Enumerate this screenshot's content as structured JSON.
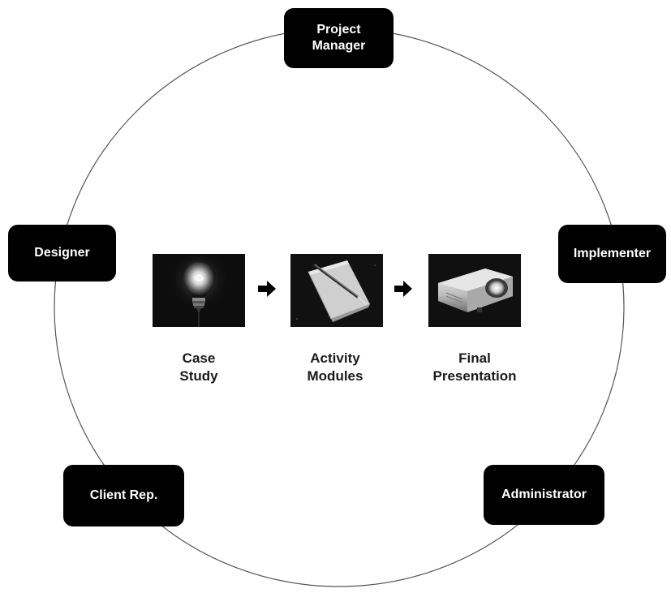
{
  "roles": {
    "project_manager": {
      "line1": "Project",
      "line2": "Manager"
    },
    "designer": "Designer",
    "implementer": "Implementer",
    "client_rep": "Client Rep.",
    "administrator": "Administrator"
  },
  "stages": [
    {
      "line1": "Case",
      "line2": "Study",
      "image": "light-bulb"
    },
    {
      "line1": "Activity",
      "line2": "Modules",
      "image": "notepad-and-pen"
    },
    {
      "line1": "Final",
      "line2": "Presentation",
      "image": "projector"
    }
  ],
  "arrows": [
    "right-arrow",
    "right-arrow"
  ]
}
